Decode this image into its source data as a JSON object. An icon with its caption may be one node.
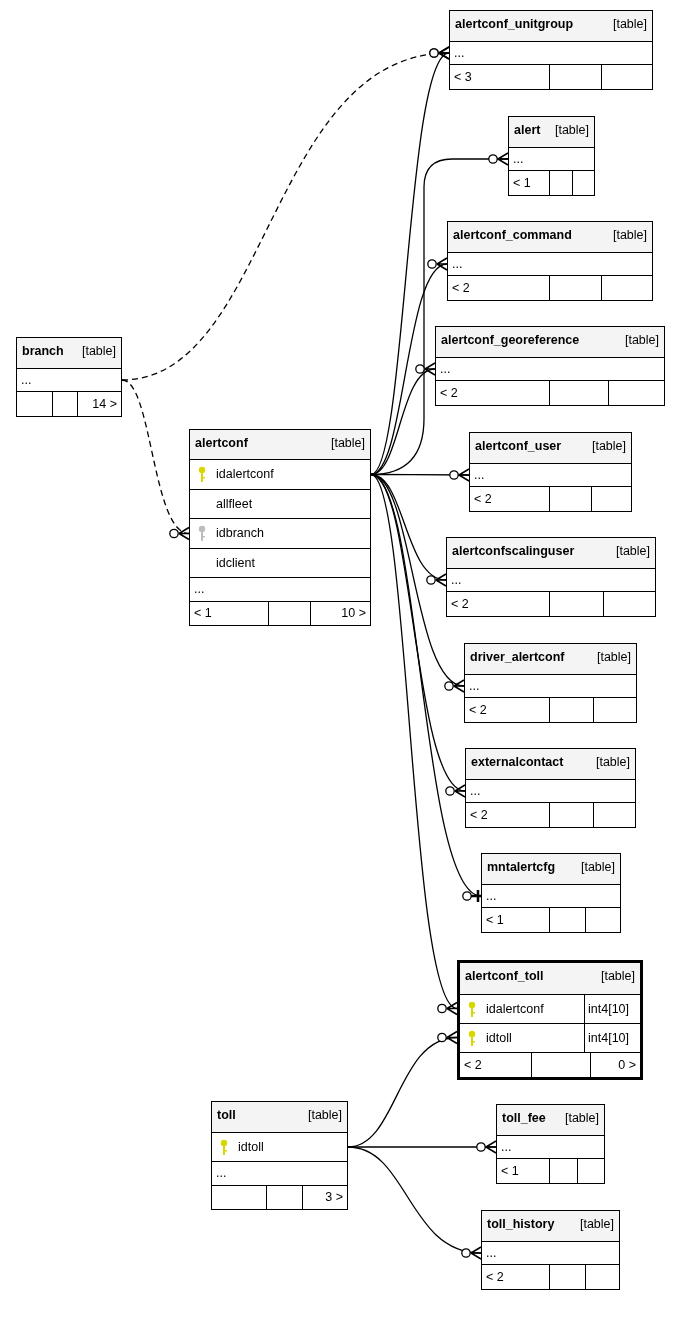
{
  "diagram": {
    "nodes": [
      {
        "text": [
          "alertconf_unitgroup",
          "[table]",
          "...",
          "< 3"
        ]
      },
      {
        "text": [
          "alert",
          "[table]",
          "...",
          "< 1"
        ]
      },
      {
        "text": [
          "alertconf_command",
          "[table]",
          "...",
          "< 2"
        ]
      },
      {
        "text": [
          "alertconf_georeference",
          "[table]",
          "...",
          "< 2"
        ]
      },
      {
        "text": [
          "branch",
          "[table]",
          "...",
          "14 >"
        ]
      },
      {
        "text": [
          "alertconf",
          "[table]",
          "idalertconf",
          "allfleet",
          "idbranch",
          "idclient",
          "...",
          "< 1",
          "10 >"
        ]
      },
      {
        "text": [
          "alertconf_user",
          "[table]",
          "...",
          "< 2"
        ]
      },
      {
        "text": [
          "alertconfscalinguser",
          "[table]",
          "...",
          "< 2"
        ]
      },
      {
        "text": [
          "driver_alertconf",
          "[table]",
          "...",
          "< 2"
        ]
      },
      {
        "text": [
          "externalcontact",
          "[table]",
          "...",
          "< 2"
        ]
      },
      {
        "text": [
          "mntalertcfg",
          "[table]",
          "...",
          "< 1"
        ]
      },
      {
        "text": [
          "alertconf_toll",
          "[table]",
          "idalertconf",
          "int4[10]",
          "idtoll",
          "int4[10]",
          "< 2",
          "0 >"
        ]
      },
      {
        "text": [
          "toll",
          "[table]",
          "idtoll",
          "...",
          "3 >"
        ]
      },
      {
        "text": [
          "toll_fee",
          "[table]",
          "...",
          "< 1"
        ]
      },
      {
        "text": [
          "toll_history",
          "[table]",
          "...",
          "< 2"
        ]
      }
    ],
    "edges": [
      {
        "from": 4,
        "to": 0,
        "arrow": "other",
        "style": "dashed"
      },
      {
        "from": 4,
        "to": 5,
        "arrow": "other",
        "style": "dashed"
      },
      {
        "from": 5,
        "to": 0,
        "arrow": "other"
      },
      {
        "from": 5,
        "to": 1,
        "arrow": "other"
      },
      {
        "from": 5,
        "to": 2,
        "arrow": "other"
      },
      {
        "from": 5,
        "to": 3,
        "arrow": "other"
      },
      {
        "from": 5,
        "to": 6,
        "arrow": "other"
      },
      {
        "from": 5,
        "to": 7,
        "arrow": "other"
      },
      {
        "from": 5,
        "to": 8,
        "arrow": "other"
      },
      {
        "from": 5,
        "to": 9,
        "arrow": "other"
      },
      {
        "from": 5,
        "to": 10,
        "arrow": "other"
      },
      {
        "from": 5,
        "to": 11,
        "arrow": "other"
      },
      {
        "from": 12,
        "to": 11,
        "arrow": "other"
      },
      {
        "from": 12,
        "to": 13,
        "arrow": "other"
      },
      {
        "from": 12,
        "to": 14,
        "arrow": "other"
      }
    ]
  }
}
